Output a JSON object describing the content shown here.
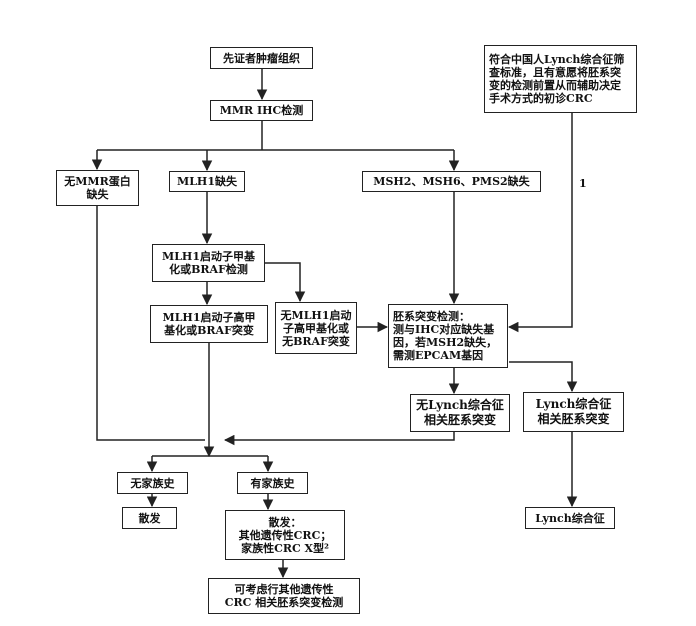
{
  "nodes": {
    "proband": "先证者肿瘤组织",
    "mmr_ihc": "MMR IHC检测",
    "no_mmr": "无MMR蛋白\n缺失",
    "mlh1_loss": "MLH1缺失",
    "msh_loss": "MSH2、MSH6、PMS2缺失",
    "criteria": "符合中国人Lynch综合征筛\n查标准，且有意愿将胚系突\n变的检测前置从而辅助决定\n手术方式的初诊CRC",
    "mlh1_test": "MLH1启动子甲基\n化或BRAF检测",
    "mlh1_hyper": "MLH1启动子高甲\n基化或BRAF突变",
    "no_mlh1": "无MLH1启动\n子高甲基化或\n无BRAF突变",
    "germline": "胚系突变检测：\n测与IHC对应缺失基\n因，若MSH2缺失，\n需测EPCAM基因",
    "no_lynch": "无Lynch综合征\n相关胚系突变",
    "lynch_mut": "Lynch综合征\n相关胚系突变",
    "no_family": "无家族史",
    "has_family": "有家族史",
    "sporadic1": "散发",
    "sporadic2": "散发：\n其他遗传性CRC；\n家族性CRC X型²",
    "consider": "可考虑行其他遗传性\nCRC 相关胚系突变检测",
    "lynch_syndrome": "Lynch综合征"
  },
  "edge_label": "1",
  "colors": {
    "line": "#222222"
  }
}
